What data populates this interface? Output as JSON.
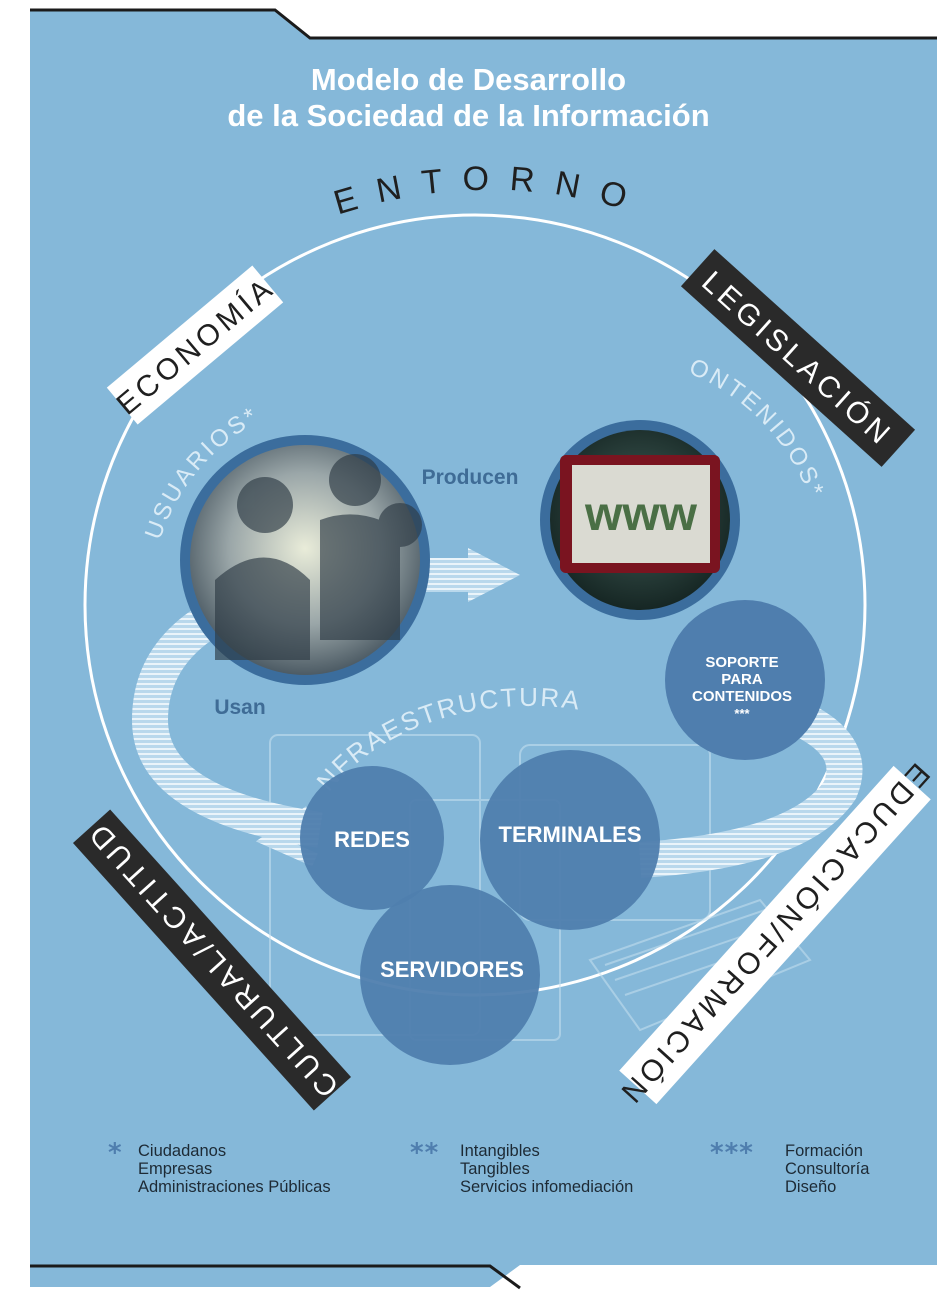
{
  "title": {
    "line1": "Modelo de Desarrollo",
    "line2": "de la Sociedad de la Información"
  },
  "outer_label": "ENTORNO",
  "factors": {
    "economia": "ECONOMÍA",
    "legislacion": "LEGISLACIÓN",
    "cultural": "CULTURAL/ACTITUD",
    "educacion": "EDUCACIÓN/FORMACIÓN"
  },
  "nodes": {
    "usuarios": "USUARIOS*",
    "contenidos": "CONTENIDOS**",
    "infraestructuras": "INFRAESTRUCTURAS",
    "www": "www"
  },
  "flows": {
    "producen": "Producen",
    "usan": "Usan"
  },
  "soporte": {
    "line1": "SOPORTE",
    "line2": "PARA",
    "line3": "CONTENIDOS",
    "stars": "***"
  },
  "infra": {
    "redes": "REDES",
    "terminales": "TERMINALES",
    "servidores": "SERVIDORES"
  },
  "legend": [
    {
      "stars": "*",
      "items": [
        "Ciudadanos",
        "Empresas",
        "Administraciones Públicas"
      ]
    },
    {
      "stars": "**",
      "items": [
        "Intangibles",
        "Tangibles",
        "Servicios infomediación"
      ]
    },
    {
      "stars": "***",
      "items": [
        "Formación",
        "Consultoría",
        "Diseño"
      ]
    }
  ],
  "colors": {
    "panel": "#85b8d9",
    "dark_blue": "#4f7eae",
    "label_dark": "#1f1f1f",
    "white": "#ffffff"
  }
}
